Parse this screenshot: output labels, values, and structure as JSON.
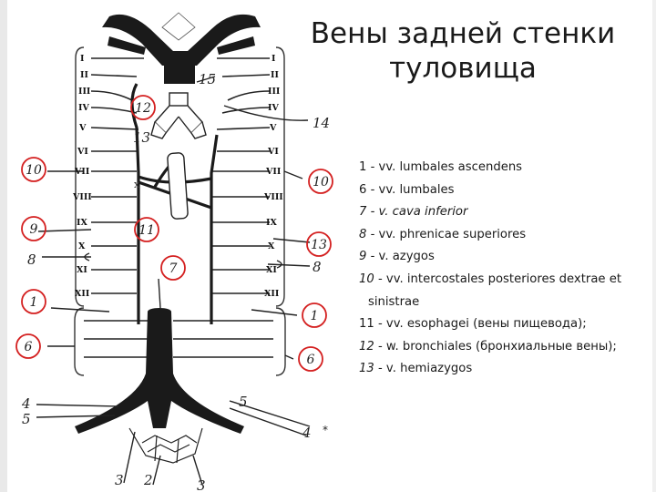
{
  "title": {
    "line1": "Вены задней стенки",
    "line2": "туловища"
  },
  "legend": [
    "1 - vv. lumbales ascendens",
    "6 - vv. lumbales",
    "7 - v. cava  inferior",
    "8  -  vv. phrenicae superiores",
    "9 - v. azygos",
    "10 - vv. intercostales posteriores dextrae et",
    "sinistrae",
    "11  -  vv. esophagei (вены пищевода);",
    "12 - w. bronchiales (бронхиальные вены);",
    "13 - v. hemiazygos"
  ],
  "diagram": {
    "roman_left": [
      "I",
      "II",
      "III",
      "IV",
      "V",
      "VI",
      "VII",
      "VIII",
      "IX",
      "X",
      "XI",
      "XII"
    ],
    "roman_right": [
      "I",
      "II",
      "III",
      "IV",
      "V",
      "VI",
      "VII",
      "VIII",
      "IX",
      "X",
      "XI",
      "XII"
    ],
    "markers": {
      "m12": "12",
      "m10l": "10",
      "m9": "9",
      "m11": "11",
      "m7": "7",
      "m1l": "1",
      "m6l": "6",
      "m10r": "10",
      "m13r": "13",
      "m1r": "1",
      "m6r": "6"
    },
    "plain_labels": {
      "n15": "15",
      "n14": "14",
      "n13": "13",
      "n8l": "8",
      "n8r": "8",
      "n4l": "4",
      "n5l": "5",
      "n5r": "5",
      "n4r": "4",
      "n3l": "3",
      "n2": "2",
      "n3r": "3",
      "nx": "x"
    },
    "marker_color": "#d42020"
  },
  "asterisk": "*"
}
